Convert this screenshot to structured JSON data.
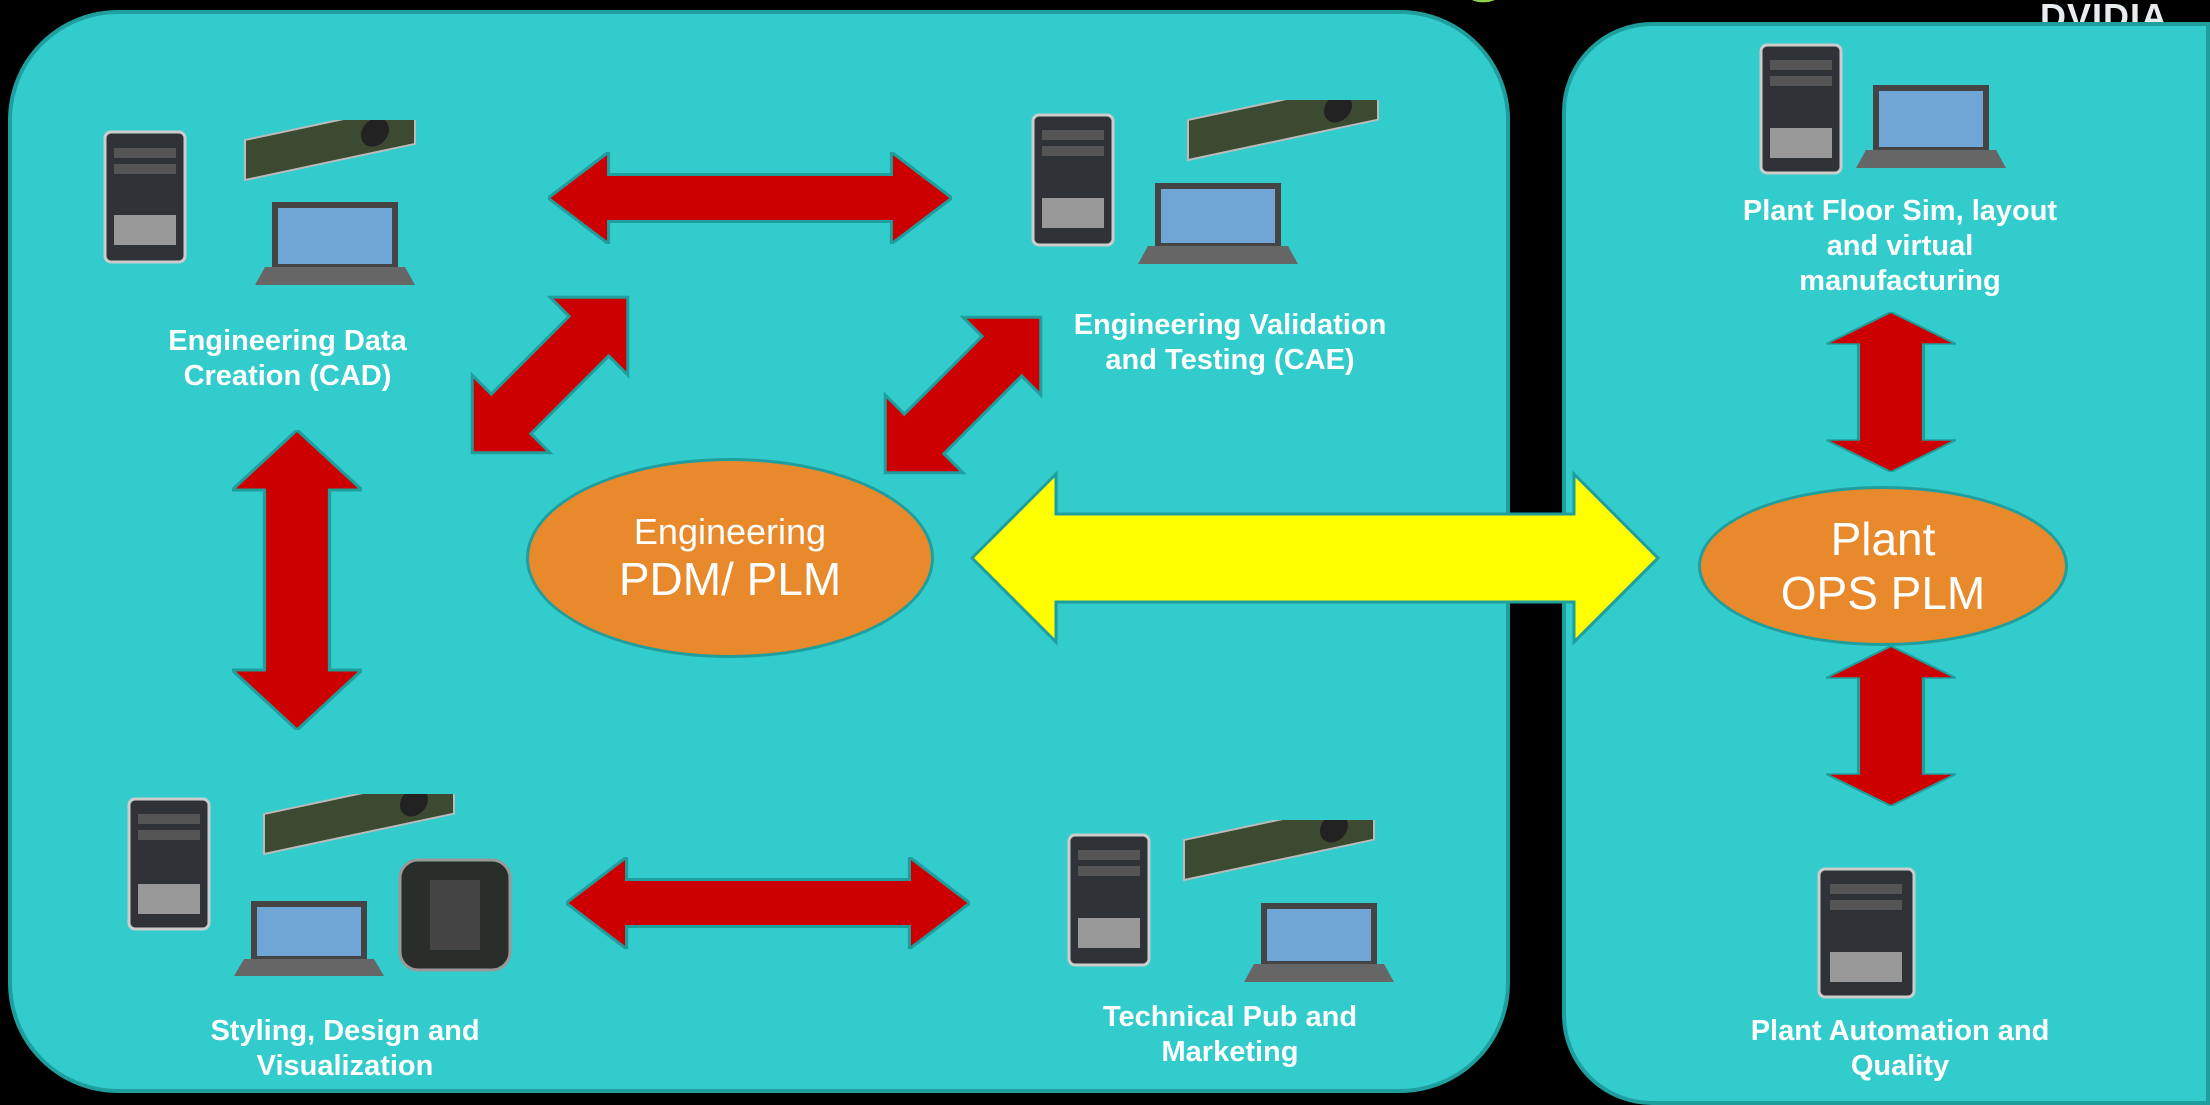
{
  "logo_text": "DVIDIA.",
  "nodes": {
    "cad": "Engineering Data Creation (CAD)",
    "cae": "Engineering Validation and Testing (CAE)",
    "styling": "Styling, Design and Visualization",
    "techpub": "Technical Pub and Marketing",
    "plant_floor": "Plant Floor Sim, layout and virtual manufacturing",
    "plant_automation": "Plant Automation and Quality"
  },
  "hubs": {
    "engineering": {
      "line1": "Engineering",
      "line2": "PDM/ PLM"
    },
    "plant": {
      "line1": "Plant",
      "line2": "OPS PLM"
    }
  },
  "colors": {
    "panel": "#33cccc",
    "panel_border": "#1f9e9e",
    "hub": "#e8892c",
    "arrow": "#cc0000",
    "link_arrow": "#ffff00",
    "background": "#000000"
  }
}
